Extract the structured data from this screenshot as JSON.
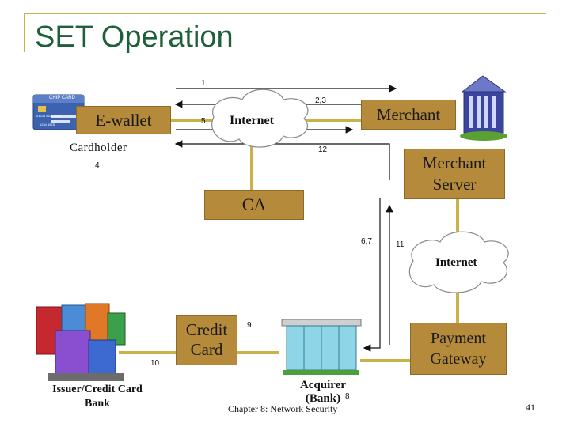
{
  "title": "SET Operation",
  "nodes": {
    "ewallet": "E-wallet",
    "cardholder": "Cardholder",
    "internet_top": "Internet",
    "merchant": "Merchant",
    "merchant_server": "Merchant Server",
    "ca": "CA",
    "internet_right": "Internet",
    "credit_card": "Credit Card",
    "payment_gateway": "Payment Gateway",
    "issuer": "Issuer/Credit Card Bank",
    "acquirer": "Acquirer (Bank)"
  },
  "step_labels": {
    "s1": "1",
    "s23": "2,3",
    "s5": "5",
    "s12": "12",
    "s4": "4",
    "s67": "6,7",
    "s11": "11",
    "s9": "9",
    "s10": "10",
    "s8": "8"
  },
  "card_image": {
    "brand": "CHIP CARD",
    "number_row": "01234 5678 9012",
    "card_numbers": "1234  5678"
  },
  "footer": {
    "chapter": "Chapter 8: Network Security",
    "page": "41"
  },
  "colors": {
    "title": "#1f5f3a",
    "box_fill": "#b58a3a",
    "connector": "#c9b24a",
    "frame": "#c9b24a"
  },
  "icons": [
    "credit-card-icon",
    "bank-building-icon",
    "city-buildings-icon",
    "acquirer-building-icon",
    "cloud-icon"
  ]
}
